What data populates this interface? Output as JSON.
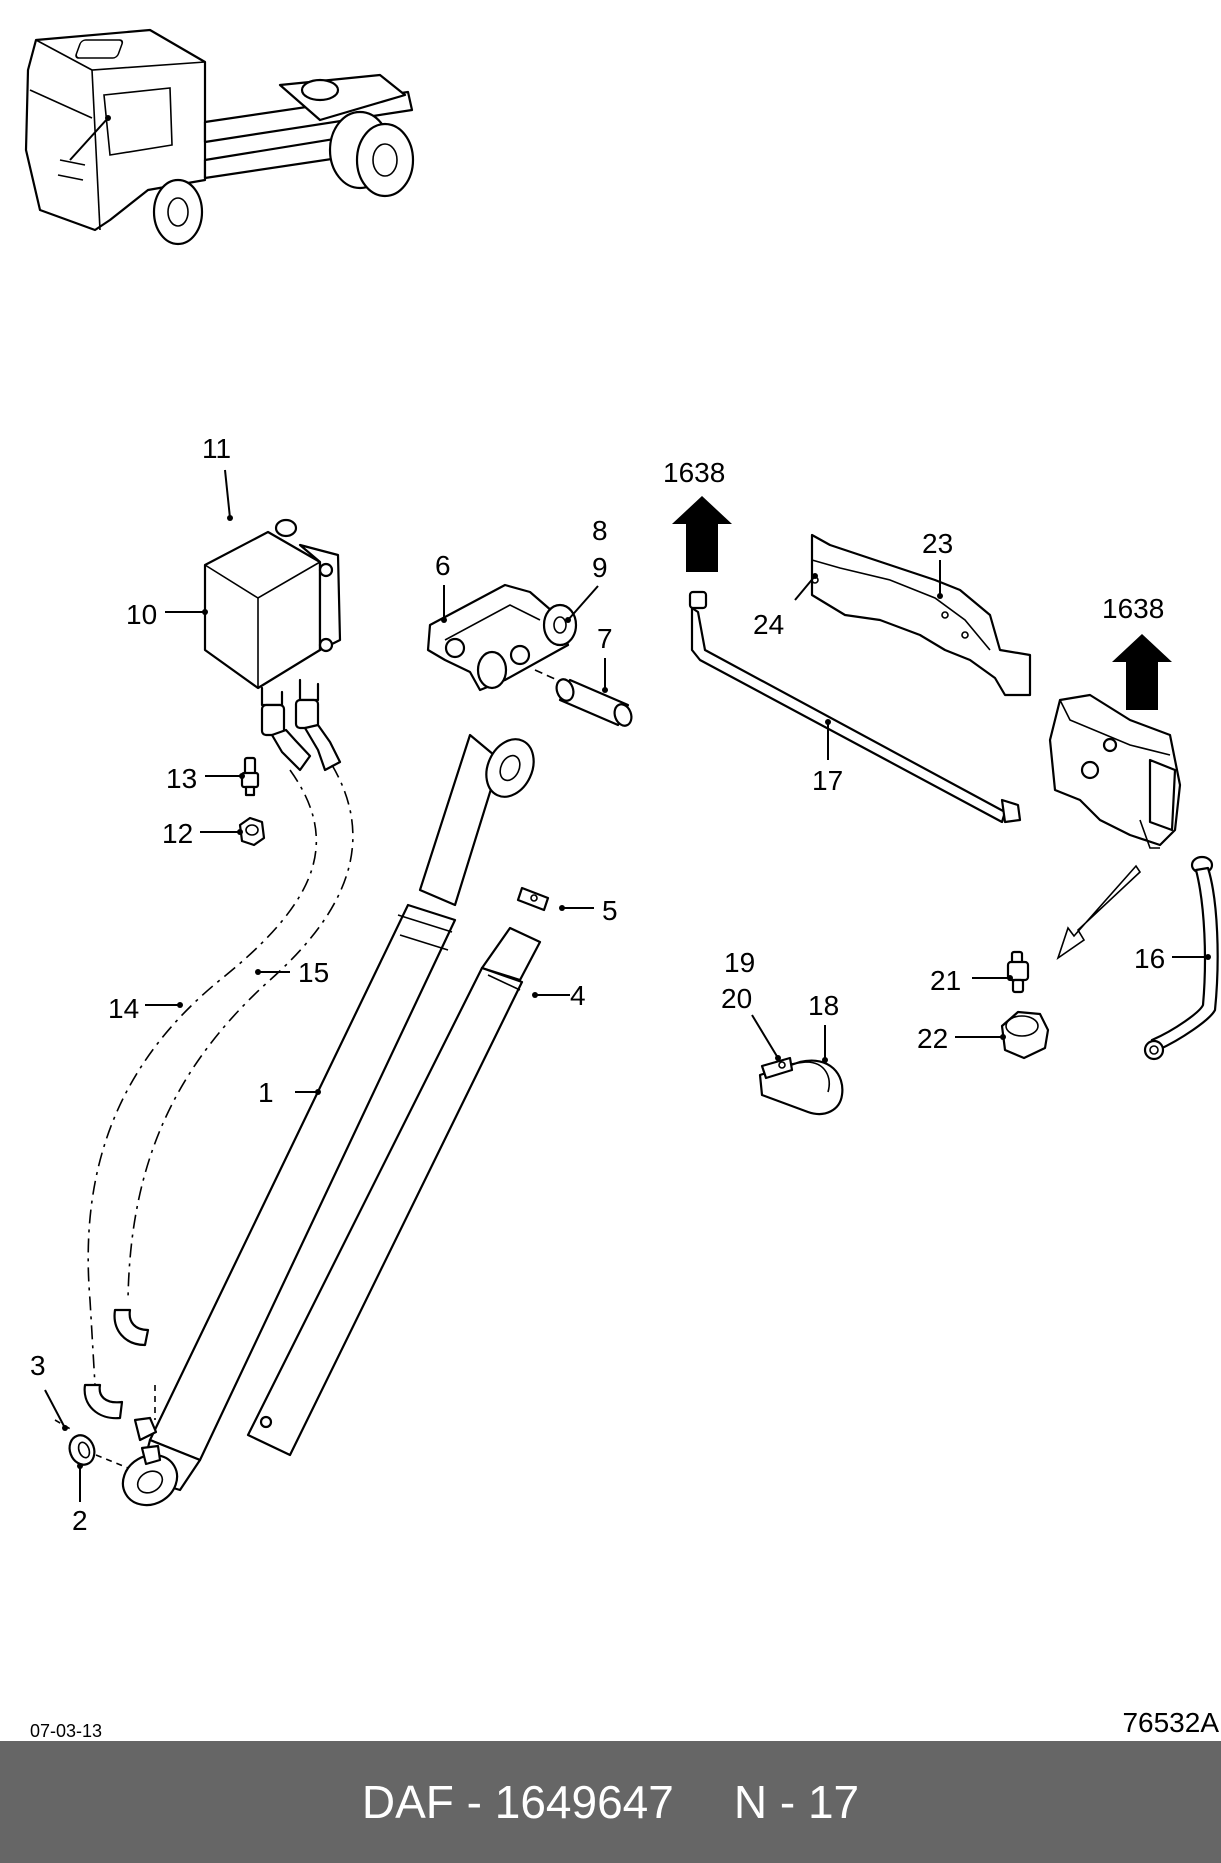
{
  "callouts": {
    "c1": "1",
    "c2": "2",
    "c3": "3",
    "c4": "4",
    "c5": "5",
    "c6": "6",
    "c7": "7",
    "c8": "8",
    "c9": "9",
    "c10": "10",
    "c11": "11",
    "c12": "12",
    "c13": "13",
    "c14": "14",
    "c15": "15",
    "c16": "16",
    "c17": "17",
    "c18": "18",
    "c19": "19",
    "c20": "20",
    "c21": "21",
    "c22": "22",
    "c23": "23",
    "c24": "24"
  },
  "refs": {
    "ref_a": "1638",
    "ref_b": "1638"
  },
  "footer": {
    "date": "07-03-13",
    "drawing_code": "76532A",
    "brand_part": "DAF - 1649647",
    "section": "N - 17"
  }
}
